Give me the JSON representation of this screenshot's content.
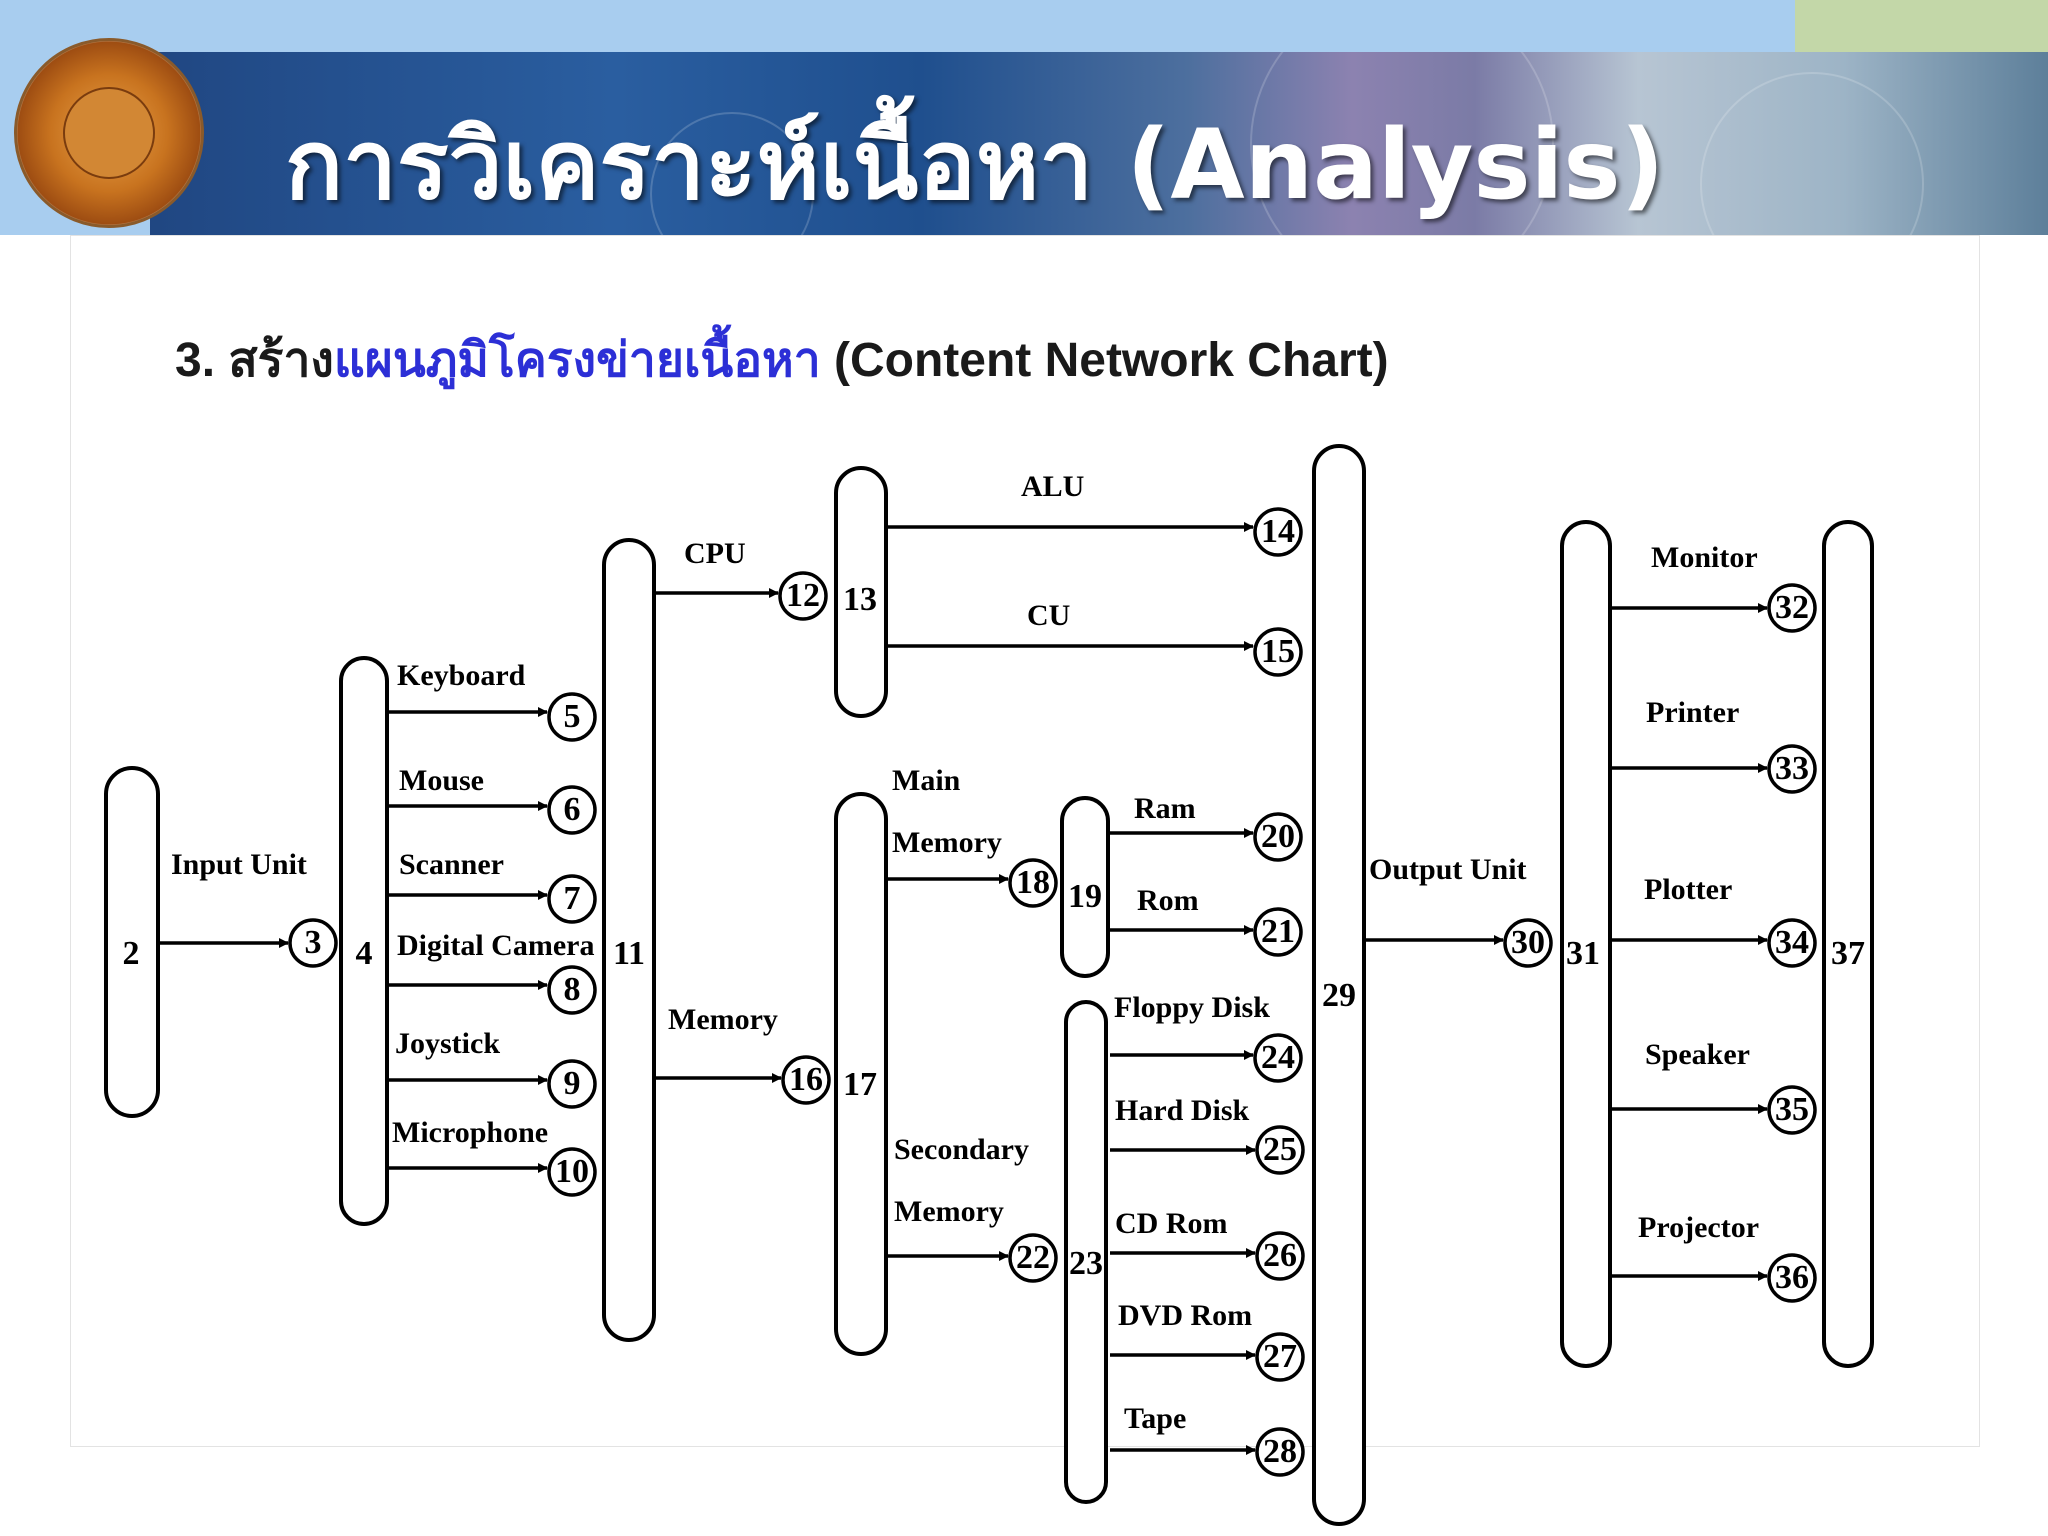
{
  "title": "การวิเคราะห์เนื้อหา (Analysis)",
  "subtitle": {
    "prefix": "3. สร้าง",
    "highlight": "แผนภูมิโครงข่ายเนื้อหา",
    "suffix": " (Content Network Chart)"
  },
  "colors": {
    "highlight": "#2c2fd6",
    "banner": "#1f4f8e",
    "top_band": "#a8cdef",
    "corner_green": "#c3d7a8"
  },
  "icons": [
    "vocational-education-commission-seal-icon"
  ],
  "diagram": {
    "pill_nodes": [
      {
        "id": "2",
        "label": "2"
      },
      {
        "id": "4",
        "label": "4"
      },
      {
        "id": "11",
        "label": "11"
      },
      {
        "id": "13",
        "label": "13"
      },
      {
        "id": "17",
        "label": "17"
      },
      {
        "id": "19",
        "label": "19"
      },
      {
        "id": "23",
        "label": "23"
      },
      {
        "id": "29",
        "label": "29"
      },
      {
        "id": "31",
        "label": "31"
      },
      {
        "id": "37",
        "label": "37"
      }
    ],
    "circle_nodes": [
      {
        "id": "3",
        "label": "3"
      },
      {
        "id": "5",
        "label": "5"
      },
      {
        "id": "6",
        "label": "6"
      },
      {
        "id": "7",
        "label": "7"
      },
      {
        "id": "8",
        "label": "8"
      },
      {
        "id": "9",
        "label": "9"
      },
      {
        "id": "10",
        "label": "10"
      },
      {
        "id": "12",
        "label": "12"
      },
      {
        "id": "14",
        "label": "14"
      },
      {
        "id": "15",
        "label": "15"
      },
      {
        "id": "16",
        "label": "16"
      },
      {
        "id": "18",
        "label": "18"
      },
      {
        "id": "20",
        "label": "20"
      },
      {
        "id": "21",
        "label": "21"
      },
      {
        "id": "22",
        "label": "22"
      },
      {
        "id": "24",
        "label": "24"
      },
      {
        "id": "25",
        "label": "25"
      },
      {
        "id": "26",
        "label": "26"
      },
      {
        "id": "27",
        "label": "27"
      },
      {
        "id": "28",
        "label": "28"
      },
      {
        "id": "30",
        "label": "30"
      },
      {
        "id": "32",
        "label": "32"
      },
      {
        "id": "33",
        "label": "33"
      },
      {
        "id": "34",
        "label": "34"
      },
      {
        "id": "35",
        "label": "35"
      },
      {
        "id": "36",
        "label": "36"
      }
    ],
    "edges": [
      {
        "from": "2",
        "to": "3",
        "label": "Input Unit"
      },
      {
        "from": "4",
        "to": "5",
        "label": "Keyboard"
      },
      {
        "from": "4",
        "to": "6",
        "label": "Mouse"
      },
      {
        "from": "4",
        "to": "7",
        "label": "Scanner"
      },
      {
        "from": "4",
        "to": "8",
        "label": "Digital Camera"
      },
      {
        "from": "4",
        "to": "9",
        "label": "Joystick"
      },
      {
        "from": "4",
        "to": "10",
        "label": "Microphone"
      },
      {
        "from": "11",
        "to": "12",
        "label": "CPU"
      },
      {
        "from": "11",
        "to": "16",
        "label": "Memory"
      },
      {
        "from": "13",
        "to": "14",
        "label": "ALU"
      },
      {
        "from": "13",
        "to": "15",
        "label": "CU"
      },
      {
        "from": "17",
        "to": "18",
        "label": [
          "Main",
          "Memory"
        ]
      },
      {
        "from": "17",
        "to": "22",
        "label": [
          "Secondary",
          "Memory"
        ]
      },
      {
        "from": "19",
        "to": "20",
        "label": "Ram"
      },
      {
        "from": "19",
        "to": "21",
        "label": "Rom"
      },
      {
        "from": "23",
        "to": "24",
        "label": "Floppy Disk"
      },
      {
        "from": "23",
        "to": "25",
        "label": "Hard Disk"
      },
      {
        "from": "23",
        "to": "26",
        "label": "CD Rom"
      },
      {
        "from": "23",
        "to": "27",
        "label": "DVD Rom"
      },
      {
        "from": "23",
        "to": "28",
        "label": "Tape"
      },
      {
        "from": "29",
        "to": "30",
        "label": "Output Unit"
      },
      {
        "from": "31",
        "to": "32",
        "label": "Monitor"
      },
      {
        "from": "31",
        "to": "33",
        "label": "Printer"
      },
      {
        "from": "31",
        "to": "34",
        "label": "Plotter"
      },
      {
        "from": "31",
        "to": "35",
        "label": "Speaker"
      },
      {
        "from": "31",
        "to": "36",
        "label": "Projector"
      }
    ]
  }
}
